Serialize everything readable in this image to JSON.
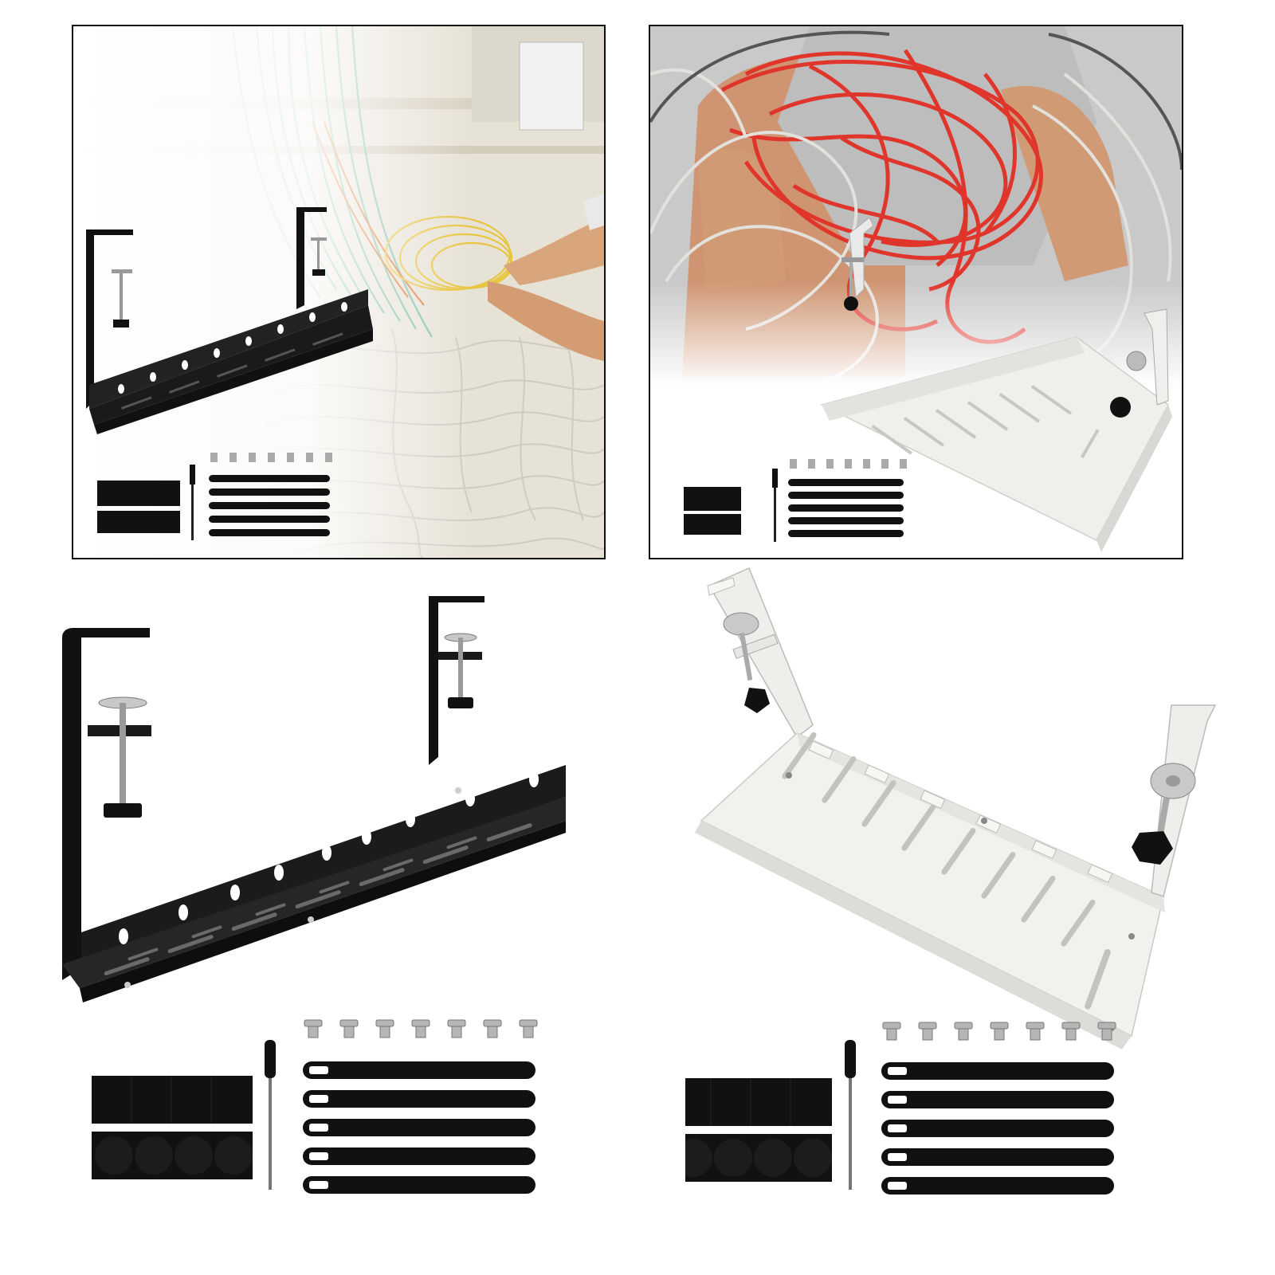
{
  "colors": {
    "tray_black": "#111111",
    "tray_white": "#efefec",
    "cable_red": "#e0352b",
    "cable_white": "#e3e1dc",
    "cable_green": "#7fbfa7",
    "cable_yellow": "#e8c540",
    "skin": "#d8a57c",
    "wall": "#e7e2d6",
    "metal": "#b5b5b5",
    "frame": "#111111"
  },
  "panels": [
    {
      "variant": "black",
      "background": "server-room-cables"
    },
    {
      "variant": "white",
      "background": "hands-holding-red-cables"
    },
    {
      "variant": "black",
      "background": "white"
    },
    {
      "variant": "white",
      "background": "white"
    }
  ],
  "accessories": {
    "screws": 7,
    "straps": 5,
    "velcro_pads": 2,
    "screwdriver": 1
  }
}
